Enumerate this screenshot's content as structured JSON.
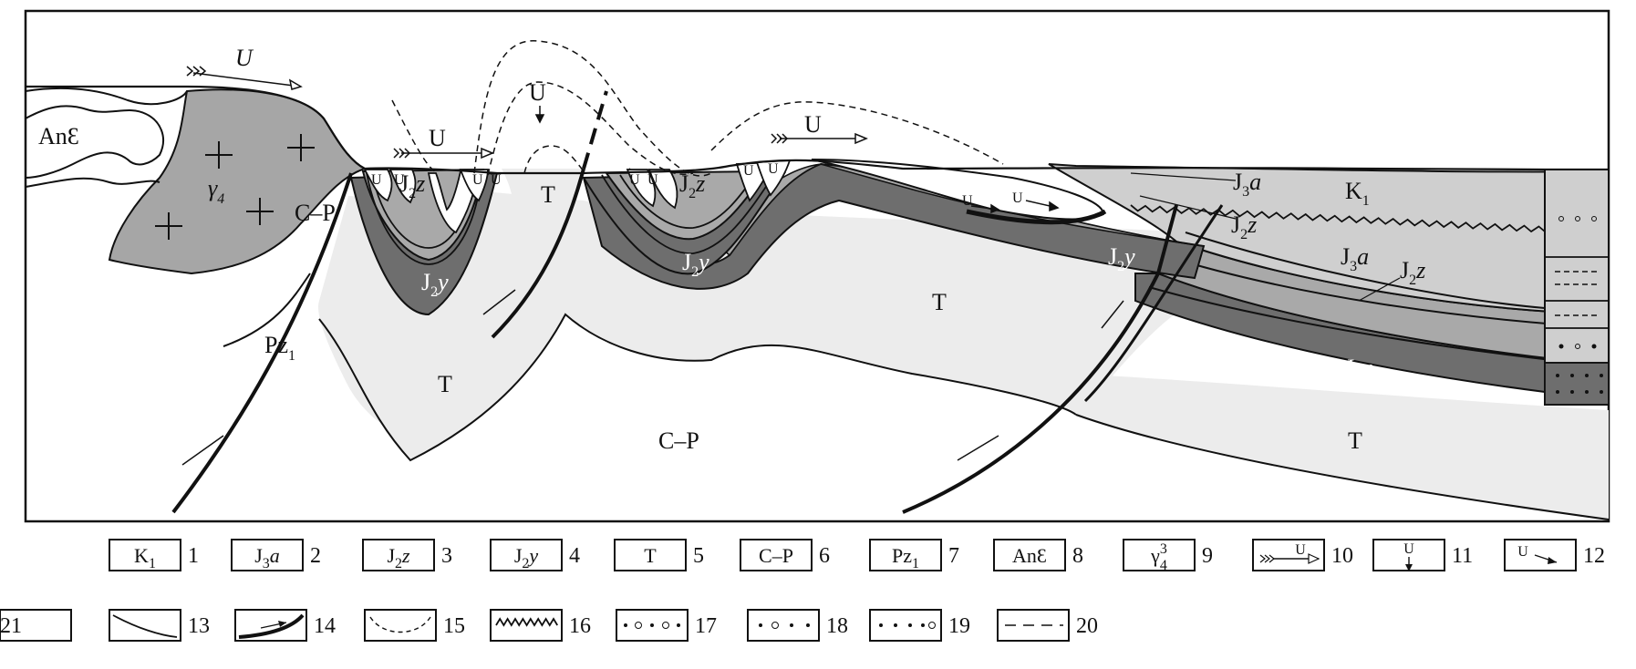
{
  "section": {
    "labels": {
      "an_e_left": "AnЄ",
      "an_e": "AnƐ",
      "gamma4_main": "γ",
      "gamma4_sub": "4",
      "cp_left": "C–P",
      "pz1_main": "Pz",
      "pz1_sub": "1",
      "t_left_lower": "T",
      "t_between": "T",
      "t_center": "T",
      "t_right": "T",
      "cp_bottom": "C–P",
      "j2z_main": "J",
      "j2z_sub": "2",
      "j2z_tail": "z",
      "j2y_main": "J",
      "j2y_sub": "2",
      "j2y_tail": "y",
      "j3a_main": "J",
      "j3a_sub": "3",
      "j3a_tail": "a",
      "k1_main": "K",
      "k1_sub": "1",
      "u": "U"
    }
  },
  "legend": {
    "items": [
      {
        "num": "1",
        "text": "K",
        "sub": "1"
      },
      {
        "num": "2",
        "text": "J",
        "sub": "3",
        "tail": "a"
      },
      {
        "num": "3",
        "text": "J",
        "sub": "2",
        "tail": "z"
      },
      {
        "num": "4",
        "text": "J",
        "sub": "2",
        "tail": "y"
      },
      {
        "num": "5",
        "text": "T"
      },
      {
        "num": "6",
        "text": "C–P"
      },
      {
        "num": "7",
        "text": "Pz",
        "sub": "1"
      },
      {
        "num": "8",
        "text": "AnƐ"
      },
      {
        "num": "9",
        "text": "γ",
        "sub": "4",
        "sup": "3"
      },
      {
        "num": "10",
        "text": "U"
      },
      {
        "num": "11",
        "text": "U"
      },
      {
        "num": "12",
        "text": "U"
      },
      {
        "num": "13"
      },
      {
        "num": "14"
      },
      {
        "num": "15"
      },
      {
        "num": "16"
      },
      {
        "num": "17"
      },
      {
        "num": "18"
      },
      {
        "num": "19"
      },
      {
        "num": "20"
      },
      {
        "num": "21"
      }
    ]
  },
  "colors": {
    "k1_j3a": "#cfcfcf",
    "j2z": "#a9a9a9",
    "j2y": "#6e6e6e",
    "trias": "#ececec",
    "granite": "#a6a6a6",
    "ink": "#111111"
  }
}
